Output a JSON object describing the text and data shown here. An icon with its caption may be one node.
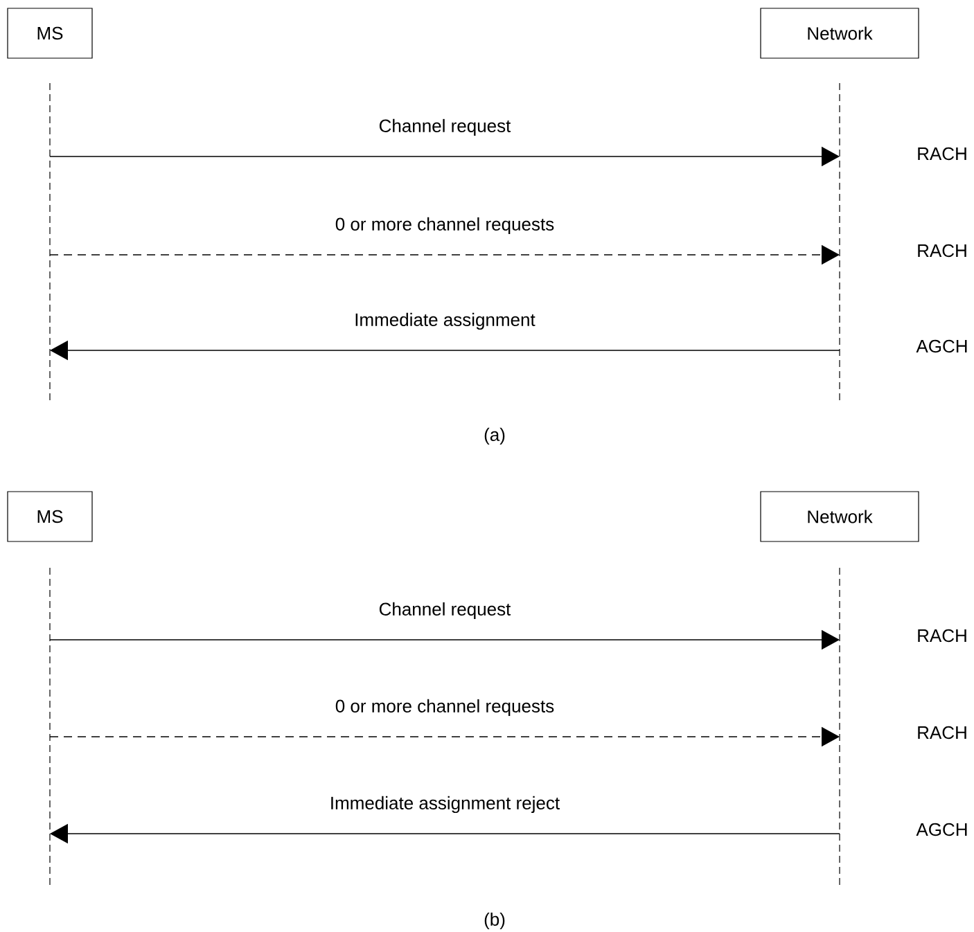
{
  "diagram": {
    "nodes": [
      {
        "text": [
          "MS"
        ]
      },
      {
        "text": [
          "Network"
        ]
      },
      {
        "text": [
          "MS"
        ]
      },
      {
        "text": [
          "Network"
        ]
      }
    ],
    "edges": [
      {
        "from": 0,
        "to": 1,
        "arrow": "to",
        "label": "Channel request"
      },
      {
        "from": 0,
        "to": 1,
        "arrow": "to",
        "label": "0 or  more channel requests",
        "style": "dashed"
      },
      {
        "from": 1,
        "to": 0,
        "arrow": "to",
        "label": "Immediate assignment"
      },
      {
        "from": 2,
        "to": 3,
        "arrow": "to",
        "label": "Channel request"
      },
      {
        "from": 2,
        "to": 3,
        "arrow": "to",
        "label": "0 or  more channel requests",
        "style": "dashed"
      },
      {
        "from": 3,
        "to": 2,
        "arrow": "to",
        "label": "Immediate assignment reject"
      }
    ],
    "labels": [
      "RACH",
      "RACH",
      "AGCH",
      "(a)",
      "RACH",
      "RACH",
      "AGCH",
      "(b)"
    ]
  }
}
